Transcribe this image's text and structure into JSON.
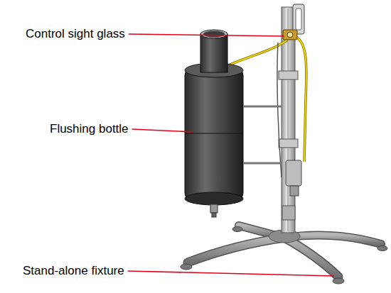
{
  "diagram": {
    "labels": [
      "Control sight glass",
      "Flushing bottle",
      "Stand-alone fixture"
    ]
  }
}
